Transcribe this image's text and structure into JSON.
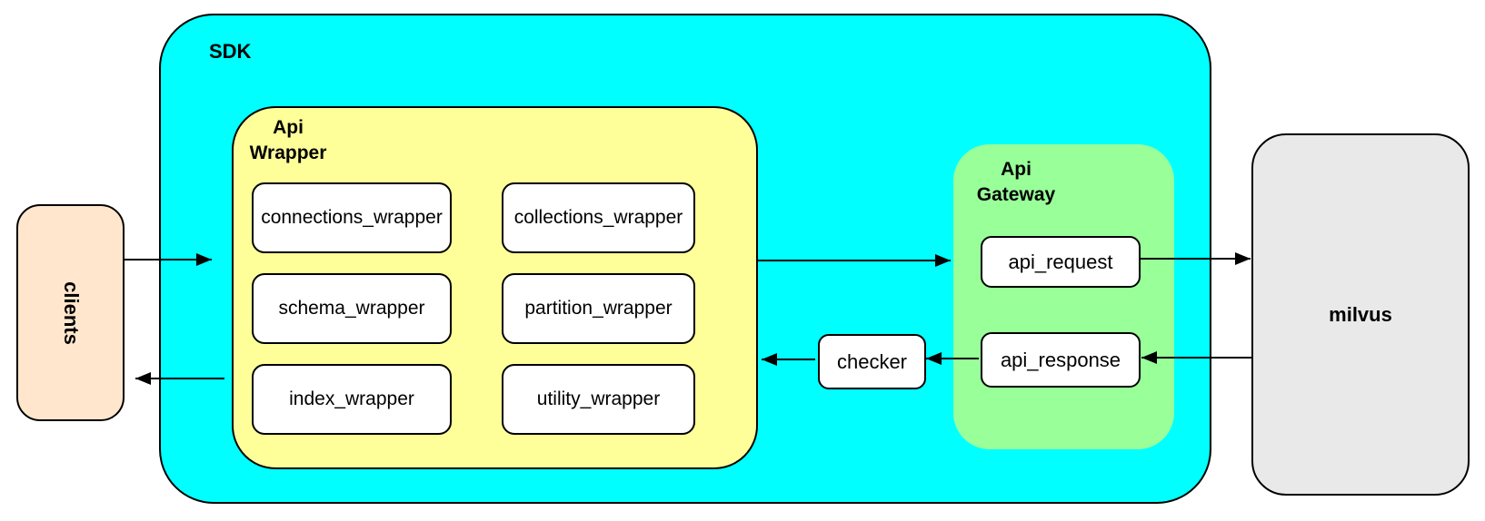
{
  "diagram": {
    "clients": {
      "label": "clients"
    },
    "sdk": {
      "label": "SDK"
    },
    "api_wrapper": {
      "title_lines": [
        "Api",
        "Wrapper"
      ],
      "items": [
        "connections_wrapper",
        "collections_wrapper",
        "schema_wrapper",
        "partition_wrapper",
        "index_wrapper",
        "utility_wrapper"
      ]
    },
    "checker": {
      "label": "checker"
    },
    "api_gateway": {
      "title_lines": [
        "Api",
        "Gateway"
      ],
      "request_label": "api_request",
      "response_label": "api_response"
    },
    "milvus": {
      "label": "milvus"
    },
    "edges": [
      {
        "from": "clients",
        "to": "sdk"
      },
      {
        "from": "api_wrapper",
        "to": "api_request"
      },
      {
        "from": "api_request",
        "to": "milvus"
      },
      {
        "from": "milvus",
        "to": "api_response"
      },
      {
        "from": "api_response",
        "to": "checker"
      },
      {
        "from": "checker",
        "to": "api_wrapper"
      },
      {
        "from": "sdk",
        "to": "clients"
      }
    ]
  },
  "colors": {
    "sdk_fill": "#00ffff",
    "api_wrapper_fill": "#ffff99",
    "api_gateway_fill": "#99ff99",
    "clients_fill": "#ffe6cc",
    "milvus_fill": "#e9e9e9",
    "item_fill": "#ffffff",
    "stroke": "#000000"
  }
}
